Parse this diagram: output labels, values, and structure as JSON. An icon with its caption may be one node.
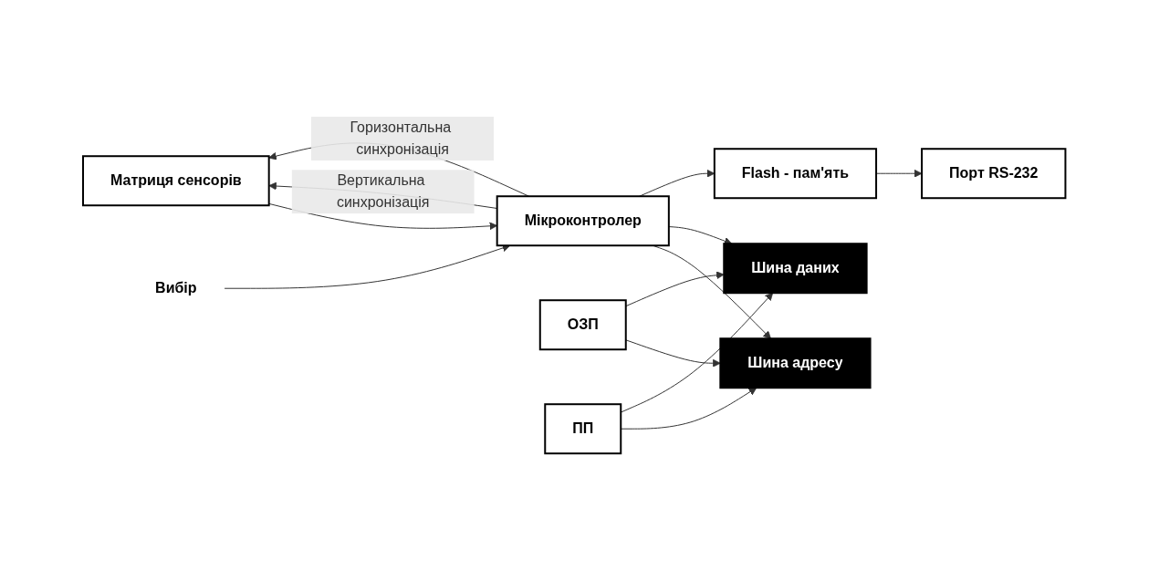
{
  "diagram": {
    "nodes": [
      {
        "text": [
          "Матриця сенсорів"
        ]
      },
      {
        "text": [
          "Мікроконтролер"
        ]
      },
      {
        "text": [
          "Шина адресу"
        ]
      },
      {
        "text": [
          "ОЗП"
        ]
      },
      {
        "text": [
          "ПП"
        ]
      },
      {
        "text": [
          "Шина даних"
        ]
      },
      {
        "text": [
          "Вибір"
        ]
      },
      {
        "text": [
          "Flash - пам'ять"
        ]
      },
      {
        "text": [
          "Порт RS-232"
        ]
      }
    ],
    "edges": [
      {
        "from": 1,
        "to": 0,
        "arrow": "to",
        "label": "Вертикальна синхронізація"
      },
      {
        "from": 0,
        "to": 1,
        "arrow": "to"
      },
      {
        "from": 1,
        "to": 0,
        "arrow": "to",
        "label": "Горизонтальна синхронізація"
      },
      {
        "from": 1,
        "to": 2,
        "arrow": "to"
      },
      {
        "from": 3,
        "to": 2,
        "arrow": "to"
      },
      {
        "from": 4,
        "to": 2,
        "arrow": "to"
      },
      {
        "from": 1,
        "to": 5,
        "arrow": "to"
      },
      {
        "from": 3,
        "to": 5,
        "arrow": "to"
      },
      {
        "from": 4,
        "to": 5,
        "arrow": "to"
      },
      {
        "from": 6,
        "to": 1,
        "arrow": "to"
      },
      {
        "from": 1,
        "to": 7,
        "arrow": "to"
      },
      {
        "from": 7,
        "to": 8,
        "arrow": "to"
      }
    ]
  }
}
